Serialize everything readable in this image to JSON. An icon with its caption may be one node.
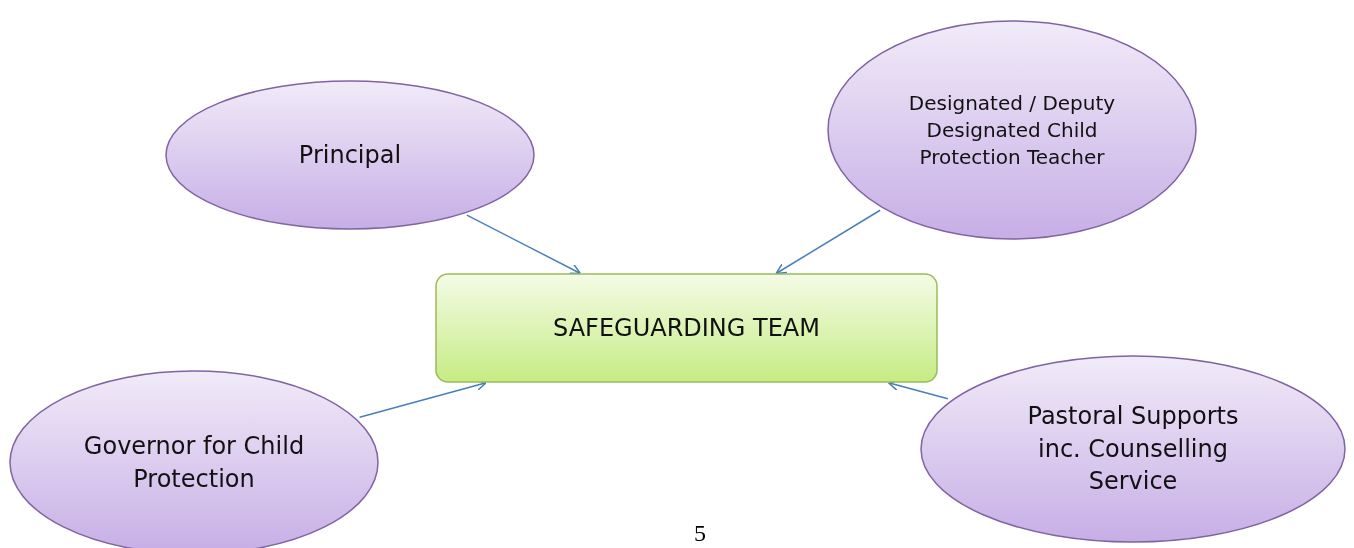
{
  "diagram": {
    "nodes": [
      {
        "text": [
          "Principal"
        ]
      },
      {
        "text": [
          "Designated / Deputy Designated Child Protection Teacher"
        ]
      },
      {
        "text": [
          "SAFEGUARDING TEAM"
        ]
      },
      {
        "text": [
          "Governor for Child Protection"
        ]
      },
      {
        "text": [
          "Pastoral Supports inc. Counselling Service"
        ]
      }
    ],
    "edges": [
      {
        "from": 0,
        "to": 2,
        "arrow": "to"
      },
      {
        "from": 1,
        "to": 2,
        "arrow": "to"
      },
      {
        "from": 3,
        "to": 2,
        "arrow": "to"
      },
      {
        "from": 4,
        "to": 2,
        "arrow": "to"
      }
    ],
    "labels": [
      "5"
    ]
  }
}
